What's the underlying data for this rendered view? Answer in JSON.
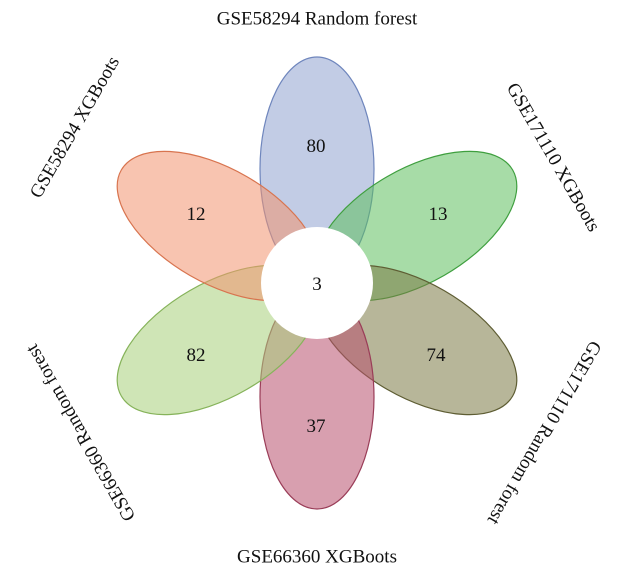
{
  "diagram": {
    "type": "flower-venn",
    "sets": [
      {
        "name": "GSE58294 Random forest",
        "unique_count": "80",
        "fill": "#8fa3cf",
        "stroke": "#6f86bd"
      },
      {
        "name": "GSE171110 XGBoots",
        "unique_count": "13",
        "fill": "#5fbf5f",
        "stroke": "#3f9f3f"
      },
      {
        "name": "GSE171110 Random forest",
        "unique_count": "74",
        "fill": "#7b7a45",
        "stroke": "#5e5d33"
      },
      {
        "name": "GSE66360 XGBoots",
        "unique_count": "37",
        "fill": "#b8506d",
        "stroke": "#9a3d58"
      },
      {
        "name": "GSE66360 Random forest",
        "unique_count": "82",
        "fill": "#a8d07a",
        "stroke": "#86b35a"
      },
      {
        "name": "GSE58294 XGBoots",
        "unique_count": "12",
        "fill": "#f2946f",
        "stroke": "#d8744f"
      }
    ],
    "shared_count": "3",
    "center_fill": "#ffffff"
  }
}
